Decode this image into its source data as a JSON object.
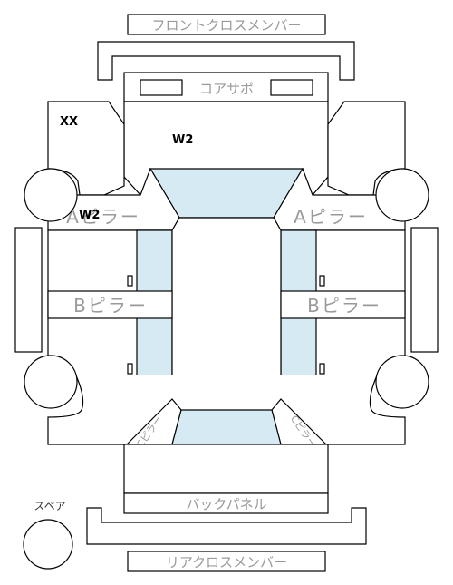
{
  "labels": {
    "front_cross_member": "フロントクロスメンバー",
    "core_support": "コアサポ",
    "a_pillar_left": "Aピラー",
    "a_pillar_right": "Aピラー",
    "b_pillar_left": "Bピラー",
    "b_pillar_right": "Bピラー",
    "c_pillar_left": "Cピラー",
    "c_pillar_right": "Cピラー",
    "back_panel": "バックパネル",
    "rear_cross_member": "リアクロスメンバー",
    "spare": "スペア"
  },
  "marks": {
    "xx_front_left": "XX",
    "w2_front": "W2",
    "w2_a_pillar_left": "W2"
  },
  "colors": {
    "glass": "#d5eaf2",
    "line": "#000000",
    "label": "#9a9a9a"
  }
}
